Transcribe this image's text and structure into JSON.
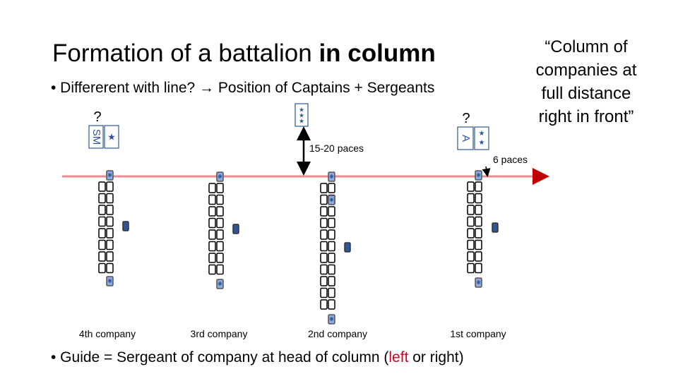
{
  "slide": {
    "title_prefix": "Formation of a battalion ",
    "title_emphasis": "in column",
    "bullet1": "• Differerent with line? → Position of Captains + Sergeants",
    "bullet2_prefix": "• Guide = Sergeant of company at head of column (",
    "bullet2_highlight": "left",
    "bullet2_suffix": " or right)",
    "quote": "“Column of companies at full distance right in front”"
  },
  "diagram": {
    "question_left": "?",
    "question_right": "?",
    "sm_label": "SM",
    "adjutant_label": "A",
    "distance_label": "15-20 paces",
    "offset_label": "6 paces",
    "companies": [
      {
        "label": "4th company"
      },
      {
        "label": "3rd company"
      },
      {
        "label": "2nd company"
      },
      {
        "label": "1st company"
      }
    ],
    "colors": {
      "guide_line": "#f08a8a",
      "guide_arrow": "#c00000",
      "officer_fill": "#2f5597",
      "captain_fill": "#8faadc"
    }
  }
}
